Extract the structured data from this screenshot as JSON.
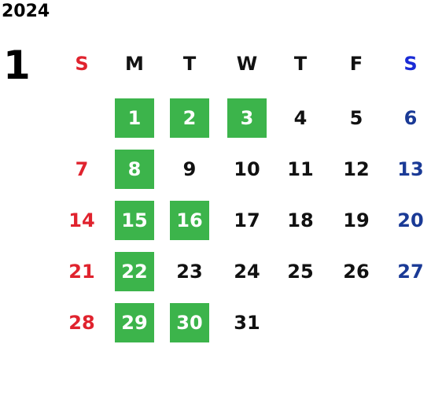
{
  "year": "2024",
  "month": "1",
  "weekday_headers": [
    "S",
    "M",
    "T",
    "W",
    "T",
    "F",
    "S"
  ],
  "colors": {
    "sunday": "#e0232e",
    "saturday_header": "#1a2bd6",
    "saturday": "#1a3a96",
    "highlight": "#3cb44b"
  },
  "weeks": [
    [
      null,
      {
        "d": "1",
        "hl": true
      },
      {
        "d": "2",
        "hl": true
      },
      {
        "d": "3",
        "hl": true
      },
      {
        "d": "4"
      },
      {
        "d": "5"
      },
      {
        "d": "6"
      }
    ],
    [
      {
        "d": "7"
      },
      {
        "d": "8",
        "hl": true
      },
      {
        "d": "9"
      },
      {
        "d": "10"
      },
      {
        "d": "11"
      },
      {
        "d": "12"
      },
      {
        "d": "13"
      }
    ],
    [
      {
        "d": "14"
      },
      {
        "d": "15",
        "hl": true
      },
      {
        "d": "16",
        "hl": true
      },
      {
        "d": "17"
      },
      {
        "d": "18"
      },
      {
        "d": "19"
      },
      {
        "d": "20"
      }
    ],
    [
      {
        "d": "21"
      },
      {
        "d": "22",
        "hl": true
      },
      {
        "d": "23"
      },
      {
        "d": "24"
      },
      {
        "d": "25"
      },
      {
        "d": "26"
      },
      {
        "d": "27"
      }
    ],
    [
      {
        "d": "28"
      },
      {
        "d": "29",
        "hl": true
      },
      {
        "d": "30",
        "hl": true
      },
      {
        "d": "31"
      },
      null,
      null,
      null
    ]
  ]
}
